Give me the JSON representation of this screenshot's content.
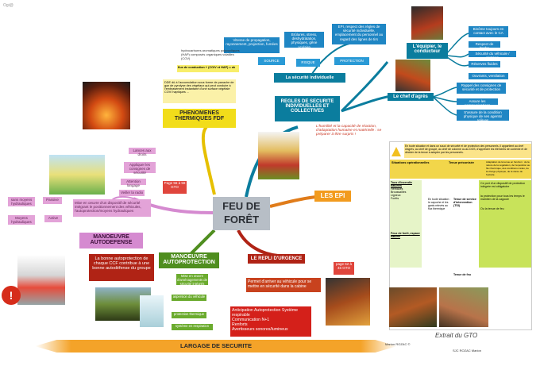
{
  "corner_logo": "Ogi@",
  "center_title": "FEU DE FORÊT",
  "top": {
    "tags": [
      "SOURCE",
      "RISQUE",
      "PROTECTION"
    ],
    "source_desc": "Vitesse de propagation, rayonnement, projection, fumées",
    "risque_desc": "Brûlures, stress, déshydratation, physiques, gêne oculaire",
    "protection_desc": "EPI, respect des règles de sécurité individuelle, emplacement du personnel au regard des lignes de tirs",
    "securite": "La sécurité individuelle",
    "regles": "REGLES DE SECURITE INDIVIDUELLES ET COLLECTIVES",
    "humilite": "L'humilité et la capacité de réaction, d'adaptation humaine et matérielle : se préparer à être surpris !"
  },
  "equipier": {
    "title": "L'équipier, le conducteur",
    "items": [
      "Binôme toujours en contact avec le CA",
      "Respect de l'ordre",
      "Sécurité du véhicule / gestage",
      "Réserves fluides",
      "Ouvrants, ventilation"
    ]
  },
  "chef": {
    "title": "Le chef d'agrès",
    "items": [
      "Rappel des consignes de sécurité et de protection",
      "Assure les communications",
      "S'assure de la condition physique de ses agents/ relèves"
    ]
  },
  "phenomenes": {
    "title": "PHENOMENES THERMIQUES FDF",
    "hydro": "hydrocarbures aromatiques polycycliques (HAP) composés organiques volatiles (COV)",
    "conduction": "flux de conduction + (CO/V et HAP) = ok",
    "desc": "DDE dû à l'accumulation sous forme de panache de gaz de pyrolyse des végétaux qui peut conduire à l'embrasement instantané d'une surface végétale COV/ haptiques ..."
  },
  "left": {
    "items": [
      "Lances aux droits",
      "Appliquer les consignes de sécurité",
      "Attention langage",
      "Veiller la radio"
    ],
    "mise_en_oeuvre": "Mise en oeuvre d'un dispositif de sécurité intégrant le positionnement des véhicules, l'autoprotection/moyens hydrauliques",
    "passive": "Passive",
    "active": "Active",
    "passive_side": "sans moyens hydrauliques",
    "active_side": "Moyens hydrauliques",
    "manoeuvre_auto": "MANOEUVRE AUTODEFENSE",
    "autodefense_desc": "La bonne autoprotection de chaque CCF contribue à une bonne autodéfense du groupe",
    "page_ref": "Page 56 à 58 GTO"
  },
  "autoprotection": {
    "title": "MANOEUVRE AUTOPROTECTION",
    "mise": "Mise en œuvre d'aménagements de sécurité intégrés",
    "chain": [
      "aspersion du véhicule",
      "protection thermique",
      "système en respiration"
    ]
  },
  "repli": {
    "title": "LE REPLI D'URGENCE",
    "desc": "Permet d'arriver au véhicule pour se mettre en sécurité dans la cabine",
    "page_ref": "page 62 à 46 GTO",
    "list": [
      "Anticipation Autoprotection Système respirable",
      "Communication N+1",
      "Renforts",
      "Avertisseurs sonores/lumineux"
    ]
  },
  "epi": {
    "title": "LES EPI",
    "table_intro": "En toute situation et dans un souci de sécurité et de protection des personnels, il appartient au chef d'agrès, au chef de groupe, au chef de colonne ou au DOS, d'apprécier les éléments de contexte et de décider de la tenue à adopter par les personnels.",
    "col1": "Situations opérationnelles",
    "col2": "Tenue préconisée",
    "col3": "Adaptation de la tenue en fonction : de la nature de la végétation, de l'exposition au flux thermique, des conditions météo, de la charge physique, de la durée de l'activité.",
    "r1_head": "Tous d'incendie naturels",
    "r1_items": [
      "Herbacés",
      "Broussailles",
      "Ligneux",
      "Forêts"
    ],
    "r1_tenue": "Tenue de service d'intervention (TSI)",
    "r1_col2": "En toute situation : le capuche et les gants relevés au flux thermique",
    "r2_head": "Feux de forêt, espace naturel",
    "r2_col2": "Tenue de feu",
    "lime": "Ce port d'un dispositif de protection intégrée est obligatoire",
    "adapt1": "la protection pour tous les temps le maintien de la cagoule",
    "adapt2": "Ou la tenue de feu"
  },
  "footer": {
    "largage": "LARGAGE DE SECURITE",
    "author": "Marion ROZAC ©",
    "extrait": "Extrait du GTO",
    "author2": "SJC ROZAC Marion"
  }
}
